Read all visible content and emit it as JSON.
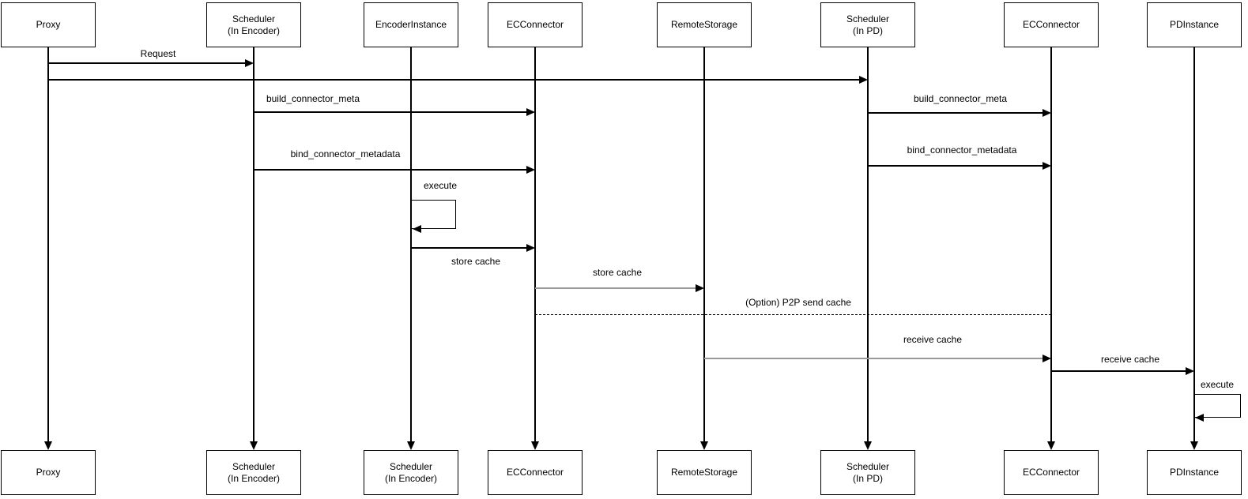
{
  "diagram": {
    "type": "sequence-diagram",
    "actors_top": [
      {
        "label": "Proxy"
      },
      {
        "label": "Scheduler\n(In Encoder)"
      },
      {
        "label": "EncoderInstance"
      },
      {
        "label": "ECConnector"
      },
      {
        "label": "RemoteStorage"
      },
      {
        "label": "Scheduler\n(In PD)"
      },
      {
        "label": "ECConnector"
      },
      {
        "label": "PDInstance"
      }
    ],
    "actors_bottom": [
      {
        "label": "Proxy"
      },
      {
        "label": "Scheduler\n(In Encoder)"
      },
      {
        "label": "Scheduler\n(In Encoder)"
      },
      {
        "label": "ECConnector"
      },
      {
        "label": "RemoteStorage"
      },
      {
        "label": "Scheduler\n(In PD)"
      },
      {
        "label": "ECConnector"
      },
      {
        "label": "PDInstance"
      }
    ],
    "messages": [
      {
        "from": "Proxy",
        "to": "Scheduler (In Encoder)",
        "label": "Request",
        "style": "solid-arrow"
      },
      {
        "from": "Proxy",
        "to": "Scheduler (In PD)",
        "label": "",
        "style": "solid-arrow"
      },
      {
        "from": "Scheduler (In Encoder)",
        "to": "ECConnector",
        "label": "build_connector_meta",
        "style": "solid-arrow"
      },
      {
        "from": "Scheduler (In PD)",
        "to": "ECConnector (PD side)",
        "label": "build_connector_meta",
        "style": "solid-arrow"
      },
      {
        "from": "Scheduler (In Encoder)",
        "to": "ECConnector",
        "label": "bind_connector_metadata",
        "style": "solid-arrow"
      },
      {
        "from": "Scheduler (In PD)",
        "to": "ECConnector (PD side)",
        "label": "bind_connector_metadata",
        "style": "solid-arrow"
      },
      {
        "from": "EncoderInstance",
        "to": "EncoderInstance",
        "label": "execute",
        "style": "self-loop"
      },
      {
        "from": "EncoderInstance",
        "to": "ECConnector",
        "label": "store cache",
        "style": "solid-arrow"
      },
      {
        "from": "ECConnector",
        "to": "RemoteStorage",
        "label": "store cache",
        "style": "solid-arrow-gray"
      },
      {
        "from": "ECConnector",
        "to": "ECConnector (PD side)",
        "label": "(Option) P2P send cache",
        "style": "dashed-no-arrow"
      },
      {
        "from": "RemoteStorage",
        "to": "ECConnector (PD side)",
        "label": "receive cache",
        "style": "solid-arrow-gray"
      },
      {
        "from": "ECConnector (PD side)",
        "to": "PDInstance",
        "label": "receive cache",
        "style": "solid-arrow"
      },
      {
        "from": "PDInstance",
        "to": "PDInstance",
        "label": "execute",
        "style": "self-loop"
      }
    ],
    "colors": {
      "line": "#000000",
      "gray_line": "#999999",
      "background": "#ffffff",
      "text": "#000000"
    }
  }
}
